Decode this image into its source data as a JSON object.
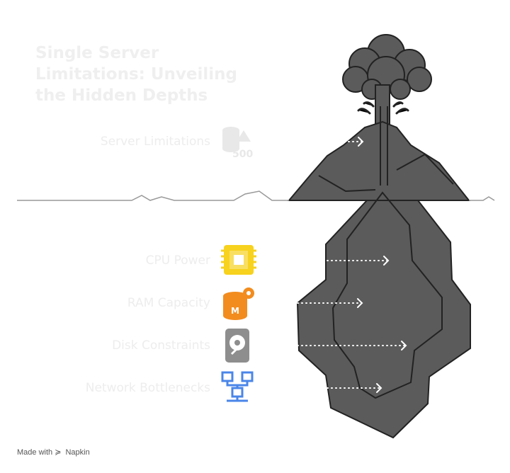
{
  "title": "Single Server Limitations: Unveiling the Hidden Depths",
  "labels": {
    "server": "Server Limitations",
    "cpu": "CPU Power",
    "ram": "RAM Capacity",
    "disk": "Disk Constraints",
    "network": "Network Bottlenecks"
  },
  "icons": {
    "server": "server-error-500-icon",
    "cpu": "cpu-chip-icon",
    "ram": "memory-database-icon",
    "disk": "hard-disk-icon",
    "network": "network-topology-icon"
  },
  "icon_text": {
    "error_code": "500",
    "ram_letter": "M"
  },
  "colors": {
    "rock": "#5b5b5b",
    "outline": "#222222",
    "cpu": "#f7d21e",
    "ram": "#f28c1e",
    "disk": "#8e8e8e",
    "network": "#4a86e8",
    "faded": "#e8e8e8"
  },
  "footer": {
    "prefix": "Made with",
    "brand": "Napkin"
  }
}
